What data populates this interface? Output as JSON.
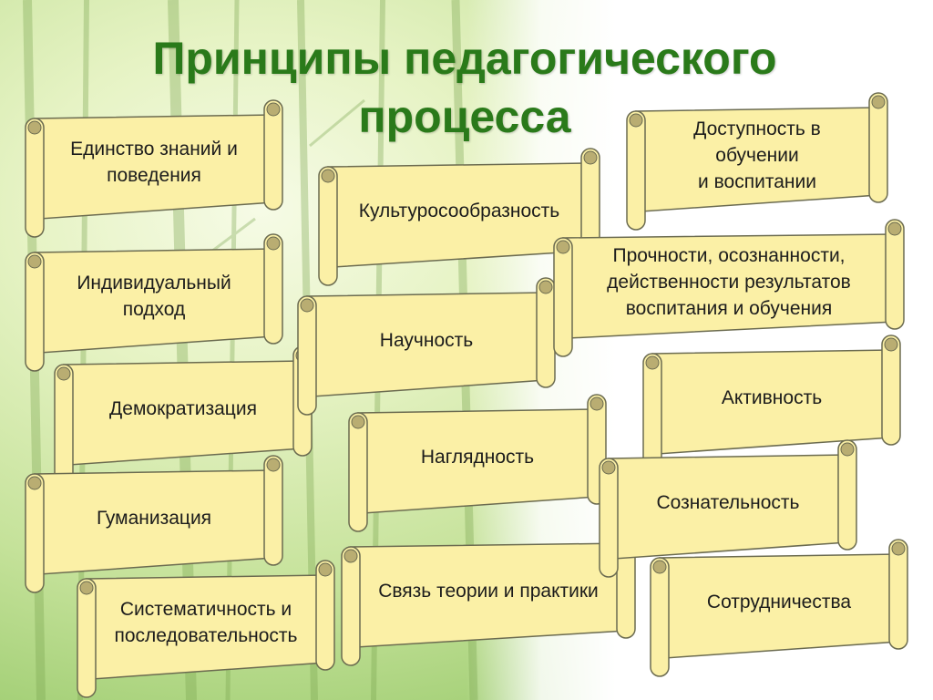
{
  "slide": {
    "title": "Принципы педагогического\nпроцесса"
  },
  "colors": {
    "title": "#2a7a1a",
    "scroll_fill": "#fbf0a6",
    "scroll_stroke": "#6b6b50",
    "curl": "#b9ad72"
  },
  "scrolls": [
    {
      "id": "unity",
      "text": "Единство знаний и\nповедения"
    },
    {
      "id": "individual",
      "text": "Индивидуальный\nподход"
    },
    {
      "id": "democratization",
      "text": "Демократизация"
    },
    {
      "id": "humanization",
      "text": "Гуманизация"
    },
    {
      "id": "systematic",
      "text": "Систематичность и\nпоследовательность"
    },
    {
      "id": "culture",
      "text": "Культуросообразность"
    },
    {
      "id": "science",
      "text": "Научность"
    },
    {
      "id": "visual",
      "text": "Наглядность"
    },
    {
      "id": "theory-practice",
      "text": "Связь теории и практики"
    },
    {
      "id": "accessibility",
      "text": "Доступность в\nобучении\nи воспитании"
    },
    {
      "id": "durability",
      "text": "Прочности,  осознанности,\nдейственности результатов\nвоспитания и обучения"
    },
    {
      "id": "activity",
      "text": "Активность"
    },
    {
      "id": "consciousness",
      "text": "Сознательность"
    },
    {
      "id": "cooperation",
      "text": "Сотрудничества"
    }
  ]
}
